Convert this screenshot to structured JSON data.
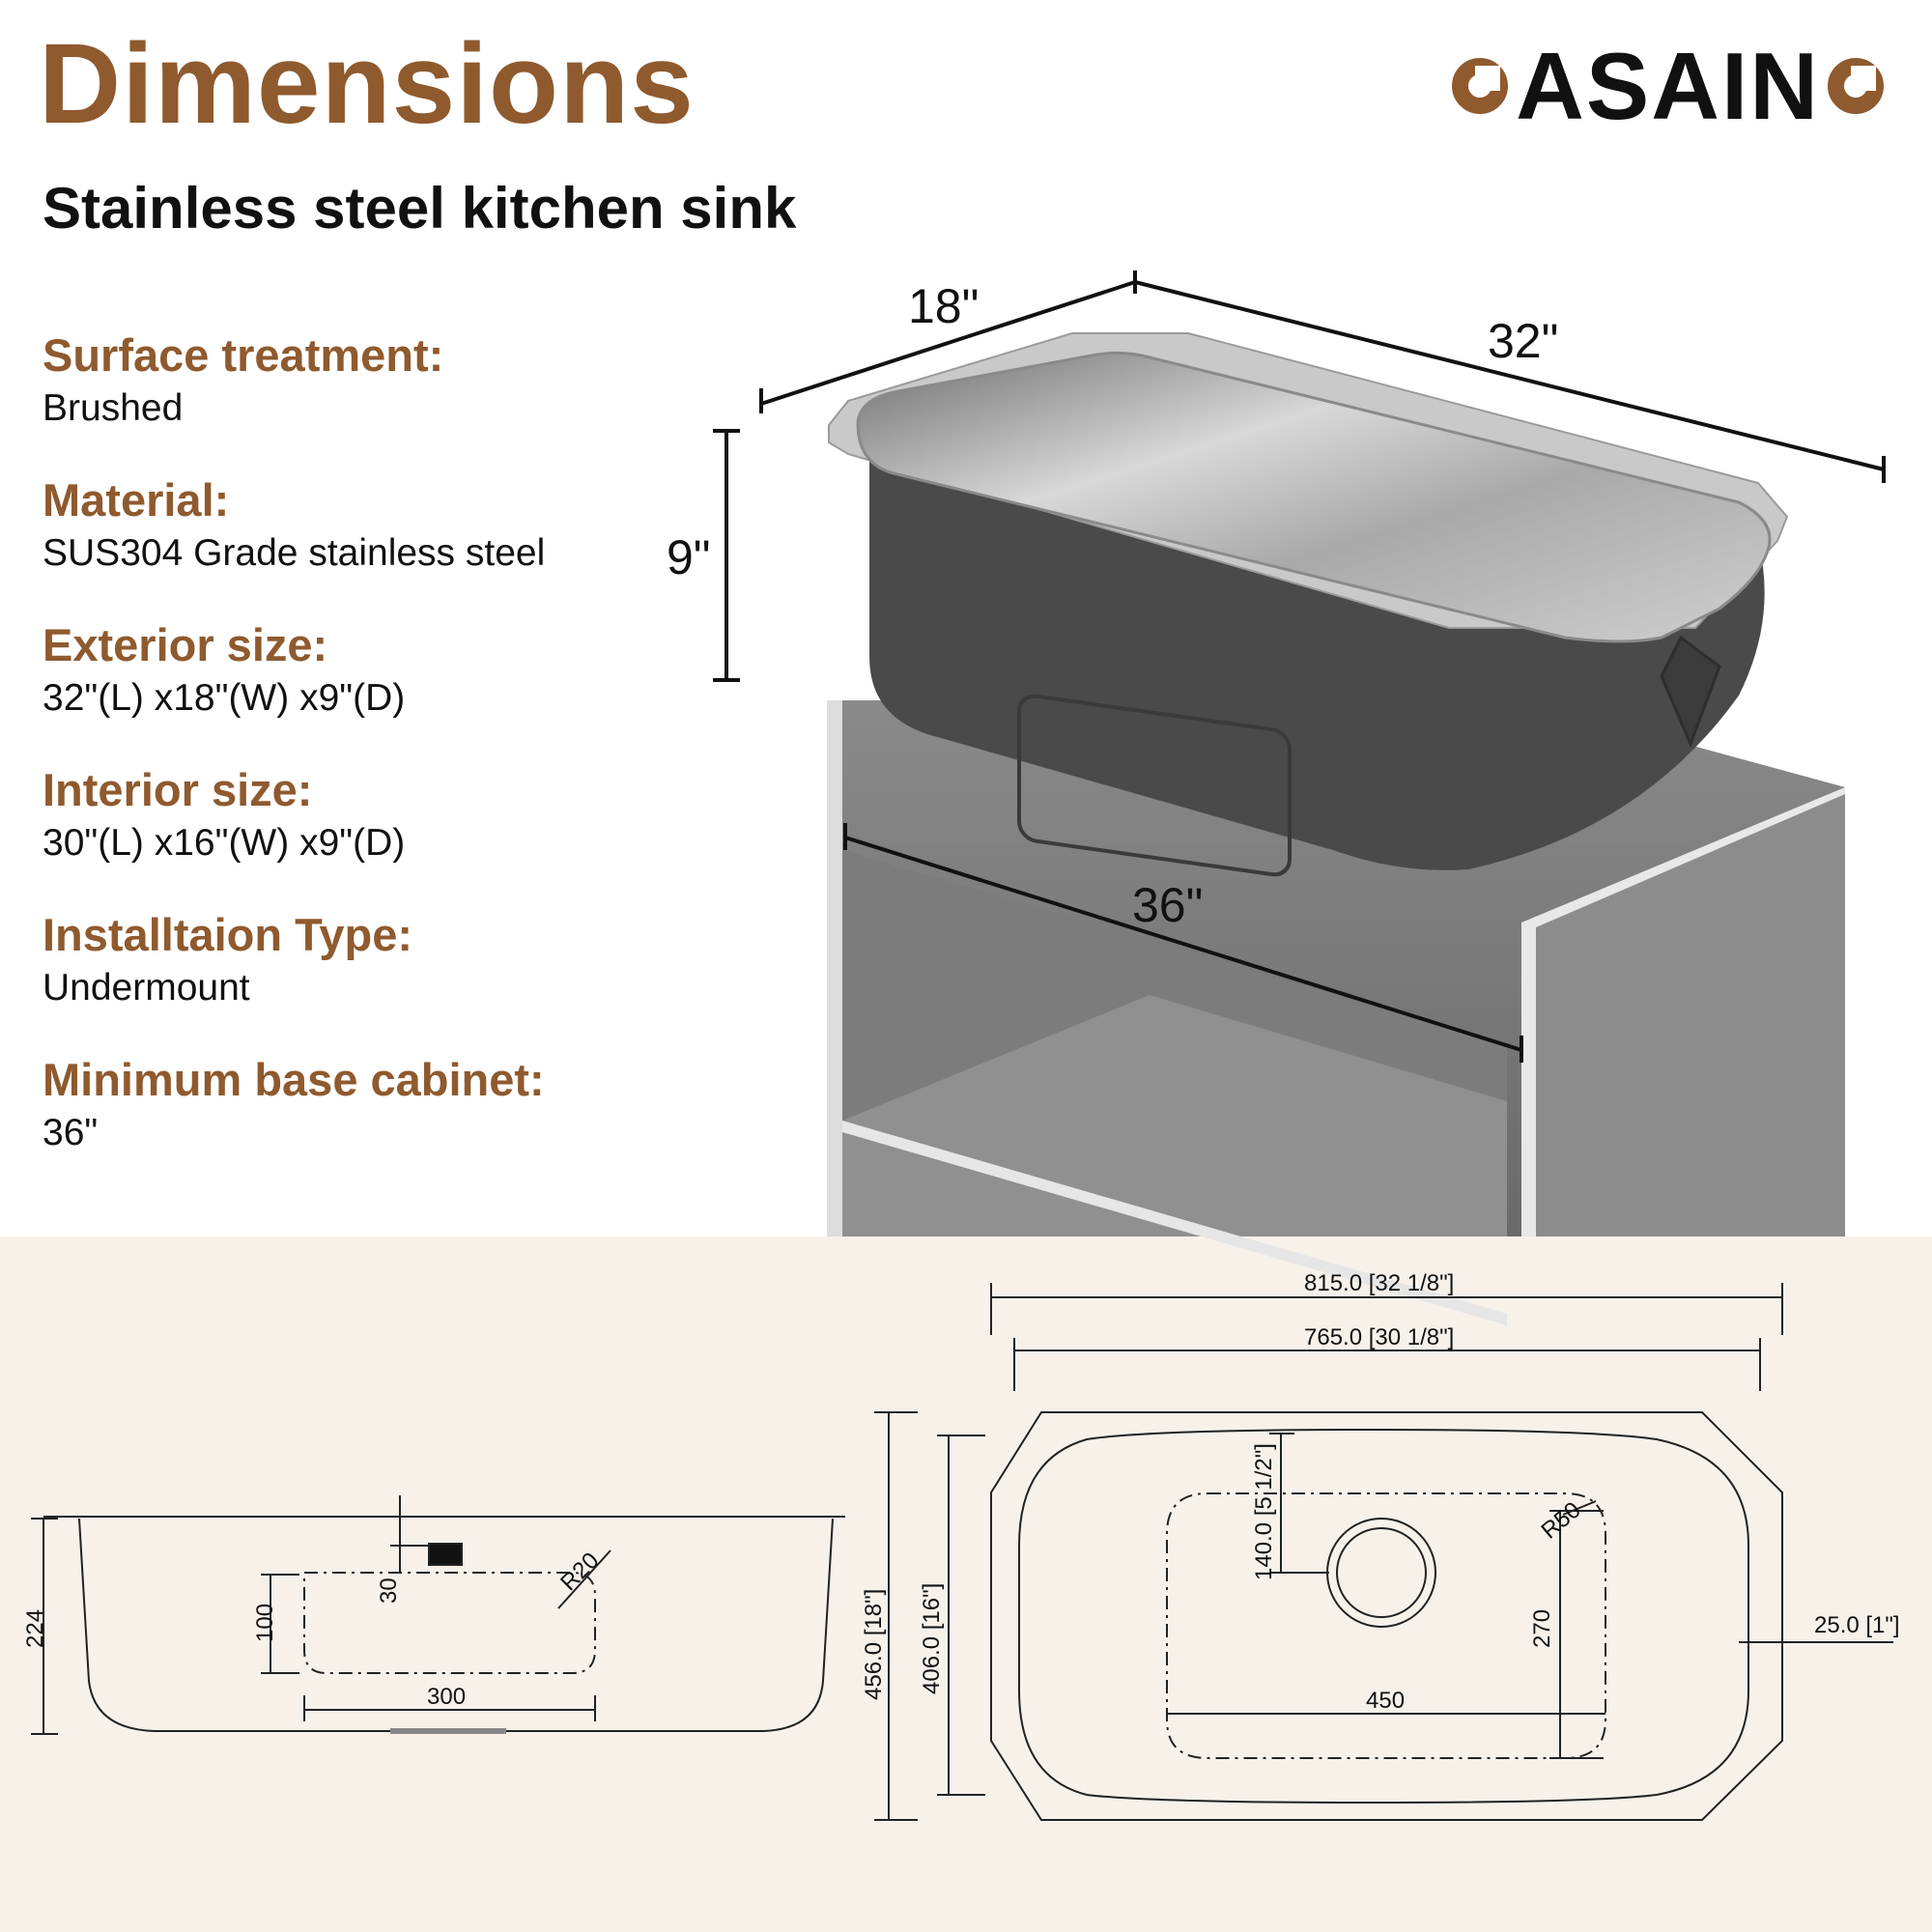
{
  "colors": {
    "brand": "#8f5a2e",
    "text": "#111111",
    "panel": "#f7f1ea"
  },
  "header": {
    "title": "Dimensions",
    "subtitle": "Stainless steel kitchen sink",
    "logo_text": "ASAIN"
  },
  "specs": [
    {
      "label": "Surface treatment:",
      "value": "Brushed"
    },
    {
      "label": "Material:",
      "value": "SUS304 Grade stainless steel"
    },
    {
      "label": "Exterior size:",
      "value": "32\"(L) x18\"(W) x9\"(D)"
    },
    {
      "label": "Interior size:",
      "value": "30\"(L) x16\"(W) x9\"(D)"
    },
    {
      "label": "Installtaion Type:",
      "value": "Undermount"
    },
    {
      "label": "Minimum base cabinet:",
      "value": "36\""
    }
  ],
  "render_dims": {
    "width": "18\"",
    "length": "32\"",
    "depth": "9\"",
    "cabinet": "36\""
  },
  "side_view": {
    "height": "224",
    "drain_offset": "30",
    "radius": "R20",
    "basin_height": "100",
    "basin_width": "300"
  },
  "top_view": {
    "outer_width": "815.0 [32 1/8\"]",
    "inner_width": "765.0 [30 1/8\"]",
    "outer_depth": "456.0 [18\"]",
    "inner_depth": "406.0 [16\"]",
    "drain_offset": "140.0 [5 1/2\"]",
    "radius": "R50",
    "grid_depth": "270",
    "grid_width": "450",
    "flange": "25.0 [1\"]"
  }
}
